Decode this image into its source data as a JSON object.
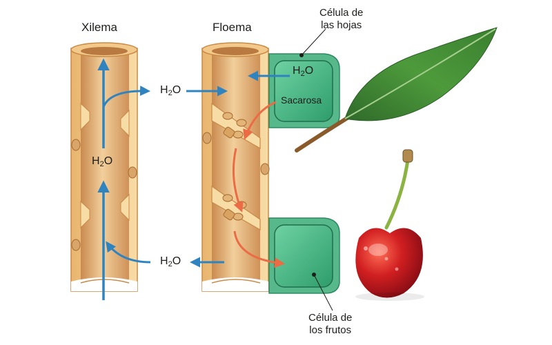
{
  "labels": {
    "xylem": "Xilema",
    "phloem": "Floema",
    "leaf_cell_line1": "Célula de",
    "leaf_cell_line2": "las hojas",
    "fruit_cell_line1": "Célula de",
    "fruit_cell_line2": "los frutos",
    "sucrose": "Sacarosa"
  },
  "water": {
    "main": "H",
    "sub": "2",
    "end": "O"
  },
  "colors": {
    "water_arrow": "#2f84c0",
    "sucrose_arrow": "#ec6a44",
    "vessel_wall": "#f3d9a0",
    "vessel_inner": "#d8a56a",
    "cell_green": "#3ea87a"
  }
}
